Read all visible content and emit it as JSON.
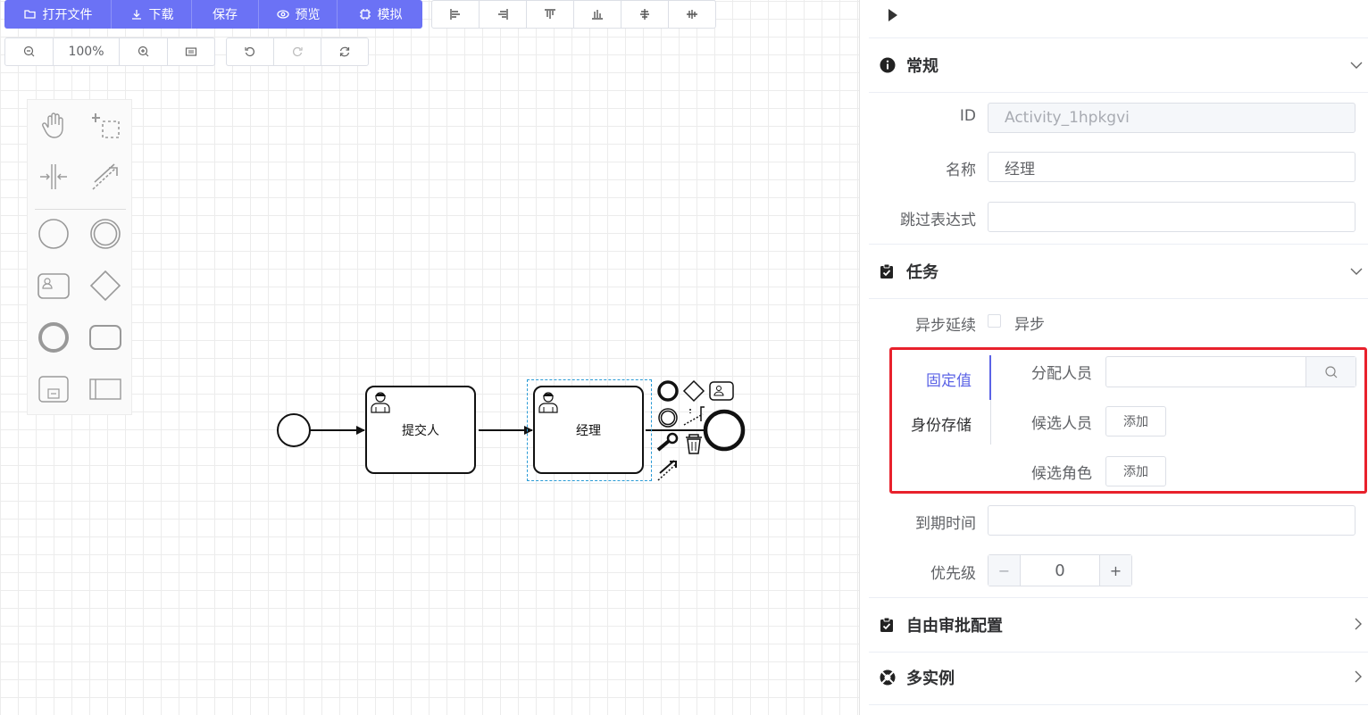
{
  "toolbar": {
    "open_file": "打开文件",
    "download": "下载",
    "save": "保存",
    "preview": "预览",
    "simulate": "模拟",
    "zoom_level": "100%"
  },
  "diagram": {
    "task1_label": "提交人",
    "task2_label": "经理"
  },
  "panel": {
    "general": {
      "title": "常规",
      "id_label": "ID",
      "id_value": "Activity_1hpkgvi",
      "name_label": "名称",
      "name_value": "经理",
      "skip_label": "跳过表达式",
      "skip_value": ""
    },
    "task": {
      "title": "任务",
      "async_label": "异步延续",
      "async_checkbox_label": "异步",
      "tab_fixed": "固定值",
      "tab_identity": "身份存储",
      "assignee_label": "分配人员",
      "assignee_value": "",
      "candidate_users_label": "候选人员",
      "candidate_groups_label": "候选角色",
      "add_label": "添加",
      "due_label": "到期时间",
      "due_value": "",
      "priority_label": "优先级",
      "priority_value": "0",
      "minus": "−",
      "plus": "+"
    },
    "free_approval": {
      "title": "自由审批配置"
    },
    "multi_instance": {
      "title": "多实例"
    }
  },
  "colors": {
    "primary": "#6b72f5",
    "highlight_border": "#e8212c",
    "active_tab": "#5b63e6"
  }
}
